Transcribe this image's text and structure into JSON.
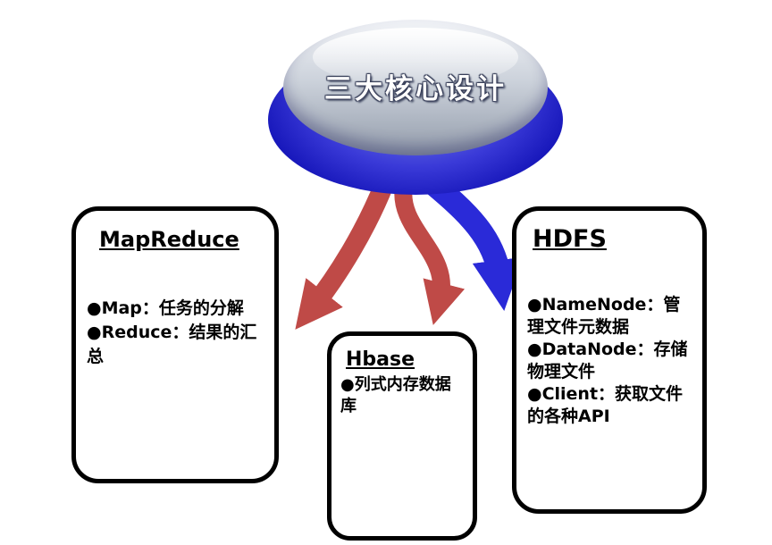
{
  "diagram": {
    "title": "三大核心设计",
    "boxes": {
      "mapreduce": {
        "title": "MapReduce",
        "lines": [
          "●Map：任务的分解",
          "●Reduce：结果的汇总"
        ]
      },
      "hbase": {
        "title": "Hbase",
        "lines": [
          "●列式内存数据库"
        ]
      },
      "hdfs": {
        "title": "HDFS",
        "lines": [
          "●NameNode：管理文件元数据",
          "●DataNode：存储物理文件",
          "●Client：获取文件的各种API"
        ]
      }
    },
    "colors": {
      "arrow_red": "#bf4a47",
      "arrow_blue": "#2a2ad8",
      "button_blue": "#1b1bd0",
      "button_silver": "#c7ccd6"
    }
  }
}
